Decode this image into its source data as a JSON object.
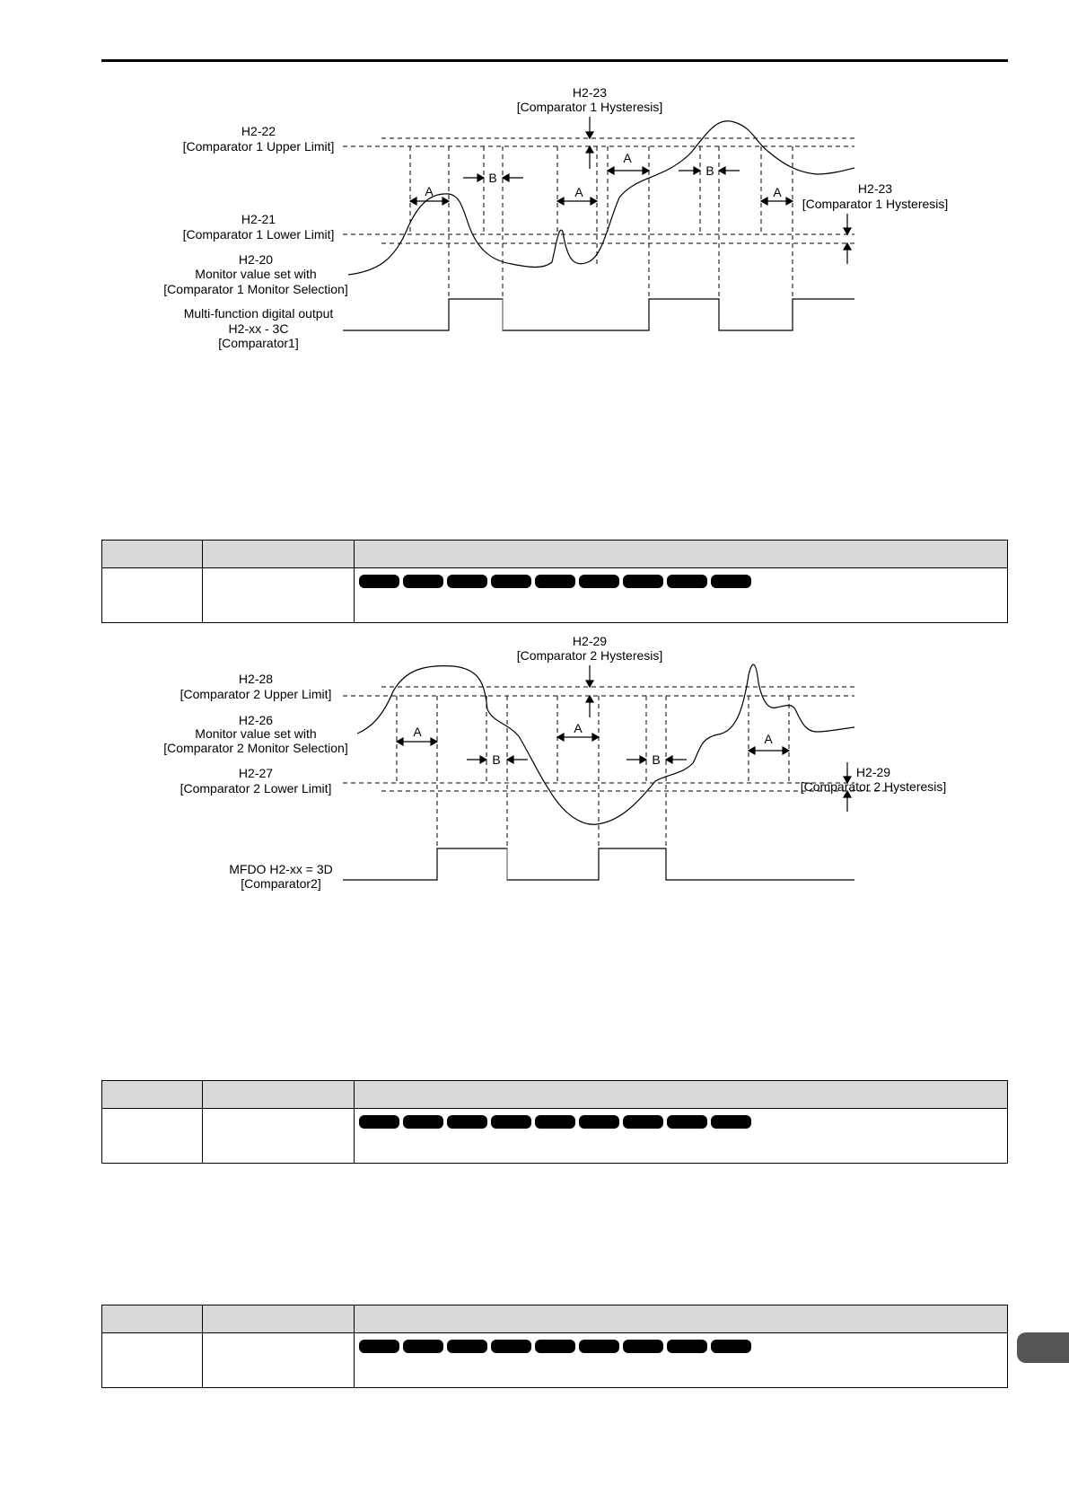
{
  "diagram1": {
    "hyst_top": [
      "H2-23",
      "[Comparator 1 Hysteresis]"
    ],
    "upper": [
      "H2-22",
      "[Comparator 1 Upper Limit]"
    ],
    "lower": [
      "H2-21",
      "[Comparator 1 Lower Limit]"
    ],
    "monitor": [
      "H2-20",
      "Monitor value set with",
      "[Comparator 1 Monitor Selection]"
    ],
    "output": [
      "Multi-function digital output",
      "H2-xx - 3C",
      "[Comparator1]"
    ],
    "hyst_right": [
      "H2-23",
      "[Comparator 1 Hysteresis]"
    ],
    "a": "A",
    "b": "B"
  },
  "diagram2": {
    "hyst_top": [
      "H2-29",
      "[Comparator 2 Hysteresis]"
    ],
    "upper": [
      "H2-28",
      "[Comparator 2 Upper Limit]"
    ],
    "monitor": [
      "H2-26",
      "Monitor value set with",
      "[Comparator 2 Monitor Selection]"
    ],
    "lower": [
      "H2-27",
      "[Comparator 2 Lower Limit]"
    ],
    "output": [
      "MFDO H2-xx = 3D",
      "[Comparator2]"
    ],
    "hyst_right": [
      "H2-29",
      "[Comparator 2 Hysteresis]"
    ],
    "a": "A",
    "b": "B"
  },
  "tables": [
    {
      "badge_count": 9
    },
    {
      "badge_count": 9
    },
    {
      "badge_count": 9
    }
  ]
}
